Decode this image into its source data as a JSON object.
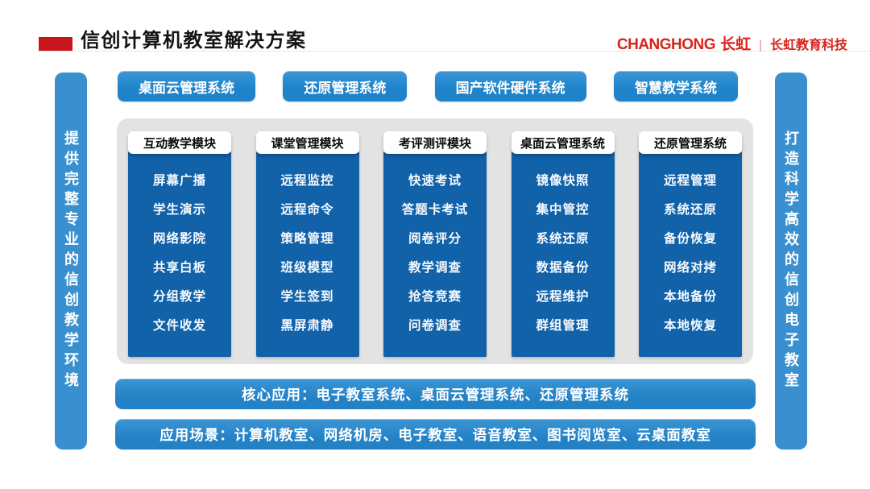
{
  "header": {
    "title": "信创计算机教室解决方案",
    "brand": {
      "en": "CHANGHONG",
      "cn": "长虹",
      "separator": "|",
      "sub": "长虹教育科技"
    }
  },
  "side_left": {
    "text": "提供完整专业的信创教学环境"
  },
  "side_right": {
    "text": "打造科学高效的信创电子教室"
  },
  "top_systems": [
    {
      "label": "桌面云管理系统"
    },
    {
      "label": "还原管理系统"
    },
    {
      "label": "国产软件硬件系统"
    },
    {
      "label": "智慧教学系统"
    }
  ],
  "modules": [
    {
      "title": "互动教学模块",
      "items": [
        "屏幕广播",
        "学生演示",
        "网络影院",
        "共享白板",
        "分组教学",
        "文件收发"
      ]
    },
    {
      "title": "课堂管理模块",
      "items": [
        "远程监控",
        "远程命令",
        "策略管理",
        "班级模型",
        "学生签到",
        "黑屏肃静"
      ]
    },
    {
      "title": "考评测评模块",
      "items": [
        "快速考试",
        "答题卡考试",
        "阅卷评分",
        "教学调查",
        "抢答竞赛",
        "问卷调查"
      ]
    },
    {
      "title": "桌面云管理系统",
      "items": [
        "镜像快照",
        "集中管控",
        "系统还原",
        "数据备份",
        "远程维护",
        "群组管理"
      ]
    },
    {
      "title": "还原管理系统",
      "items": [
        "远程管理",
        "系统还原",
        "备份恢复",
        "网络对拷",
        "本地备份",
        "本地恢复"
      ]
    }
  ],
  "bottom_bars": [
    {
      "label": "核心应用：电子教室系统、桌面云管理系统、还原管理系统"
    },
    {
      "label": "应用场景：计算机教室、网络机房、电子教室、语音教室、图书阅览室、云桌面教室"
    }
  ],
  "colors": {
    "accent_red": "#c8161d",
    "brand_red": "#d6251d",
    "button_blue": "#2385cc",
    "column_blue": "#1162a9",
    "side_blue": "#3a90cf",
    "panel_gray": "#e3e3e4"
  }
}
